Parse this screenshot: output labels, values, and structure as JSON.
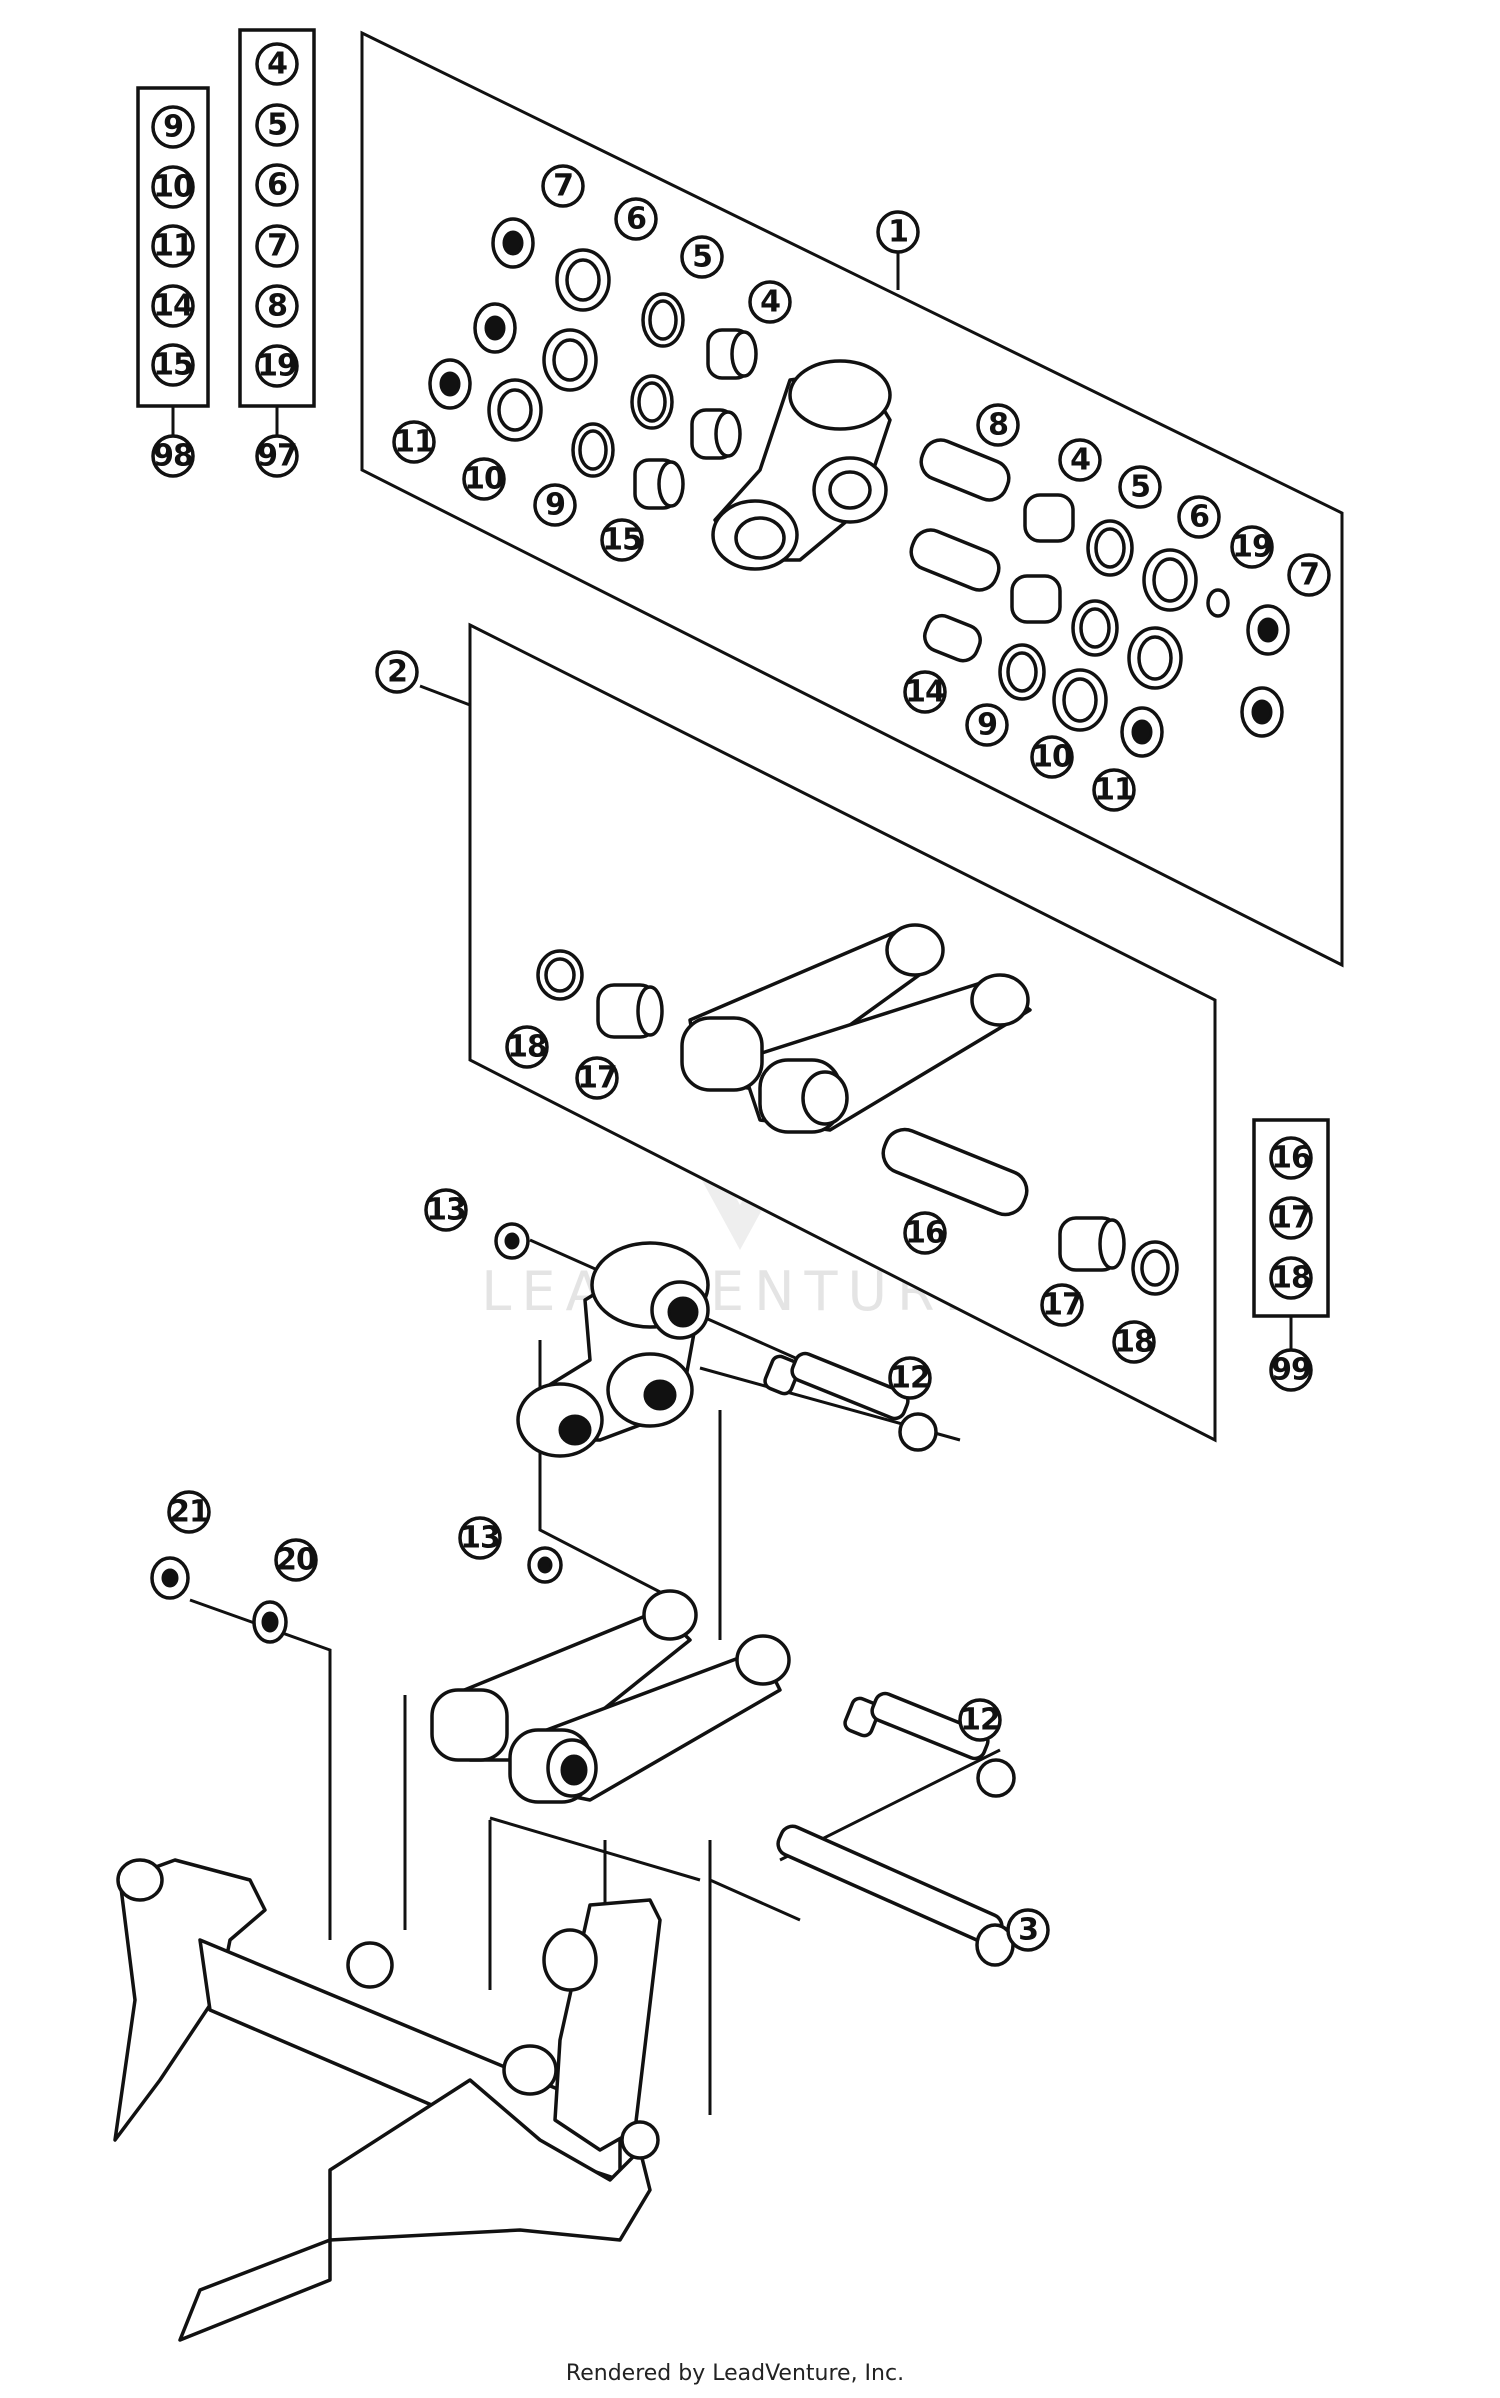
{
  "callouts": {
    "c1": "1",
    "c2": "2",
    "c3": "3",
    "p1_4": "4",
    "p1_5": "5",
    "p1_6": "6",
    "p1_7": "7",
    "p1_9": "9",
    "p1_10": "10",
    "p1_11": "11",
    "p1_15": "15",
    "p1_8": "8",
    "p1_4b": "4",
    "p1_5b": "5",
    "p1_6b": "6",
    "p1_19": "19",
    "p1_7b": "7",
    "p1_14": "14",
    "p1_9b": "9",
    "p1_10b": "10",
    "p1_11b": "11",
    "p2_18": "18",
    "p2_17": "17",
    "p2_16": "16",
    "p2_17b": "17",
    "p2_18b": "18",
    "c13a": "13",
    "c12a": "12",
    "c13b": "13",
    "c12b": "12",
    "c21": "21",
    "c20": "20"
  },
  "kits": {
    "kit98": {
      "items": [
        "9",
        "10",
        "11",
        "14",
        "15"
      ],
      "label": "98"
    },
    "kit97": {
      "items": [
        "4",
        "5",
        "6",
        "7",
        "8",
        "19"
      ],
      "label": "97"
    },
    "kit99": {
      "items": [
        "16",
        "17",
        "18"
      ],
      "label": "99"
    }
  },
  "watermark": "LEADVENTURE",
  "footer": "Rendered by LeadVenture, Inc."
}
